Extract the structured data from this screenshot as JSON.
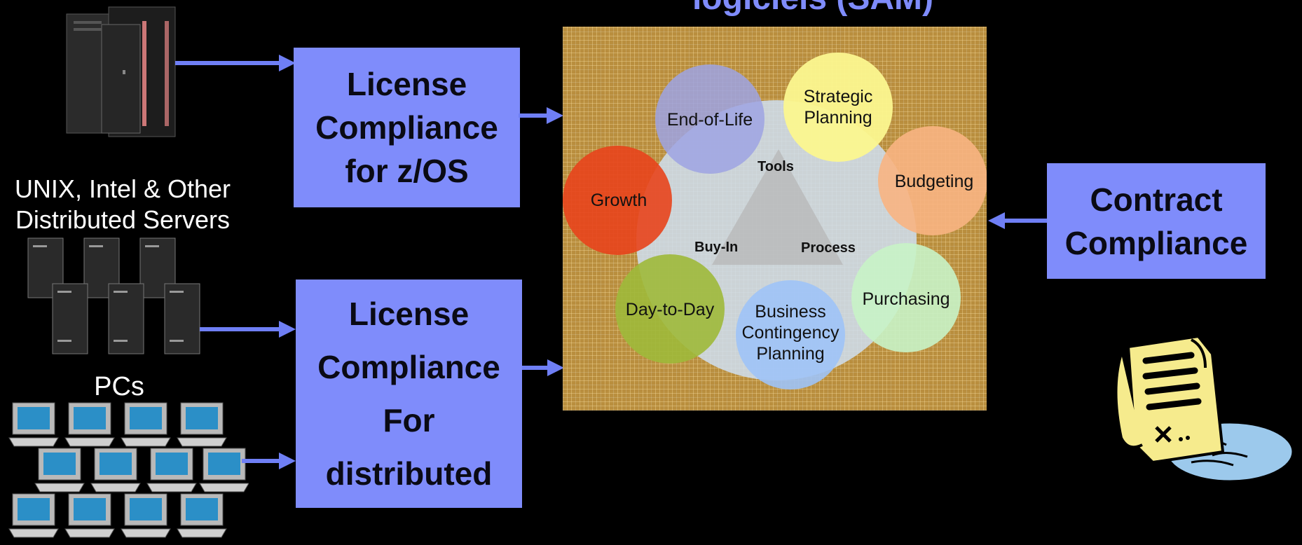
{
  "title_partial": "logiciels (SAM)",
  "labels": {
    "unix_line1": "UNIX, Intel & Other",
    "unix_line2": "Distributed Servers",
    "pcs": "PCs"
  },
  "boxes": {
    "zos": [
      "License",
      "Compliance",
      "for z/OS"
    ],
    "distributed": [
      "License",
      "Compliance",
      "For",
      "distributed"
    ],
    "contract": [
      "Contract",
      "Compliance"
    ]
  },
  "sam_wheel": {
    "bubbles": {
      "end_of_life": "End-of-Life",
      "strategic": [
        "Strategic",
        "Planning"
      ],
      "budgeting": "Budgeting",
      "growth": "Growth",
      "purchasing": "Purchasing",
      "day_to_day": "Day-to-Day",
      "business": [
        "Business",
        "Contingency",
        "Planning"
      ]
    },
    "triangle": {
      "tools": "Tools",
      "buy_in": "Buy-In",
      "process": "Process"
    }
  },
  "colors": {
    "box_blue": "#7f8cfb",
    "arrow_blue": "#6f7ff5",
    "panel_gold": "#b98e3e",
    "growth": "#e8441c",
    "end_of_life": "#9da3e3",
    "strategic": "#fbf78f",
    "budgeting": "#f8b482",
    "purchasing": "#c8f3c6",
    "day_to_day": "#9fb93a",
    "business": "#9fc3f7"
  }
}
